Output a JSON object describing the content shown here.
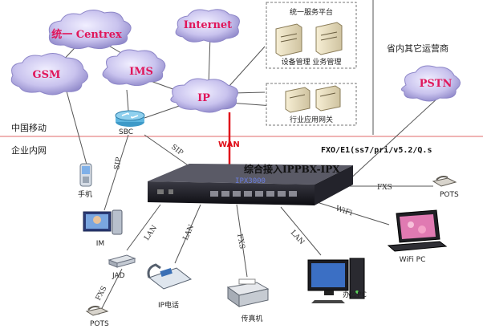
{
  "zones": {
    "china_mobile": "中国移动",
    "enterprise": "企业内网",
    "other_carriers": "省内其它运营商"
  },
  "clouds": {
    "centrex": "统一 Centrex",
    "internet": "Internet",
    "gsm": "GSM",
    "ims": "IMS",
    "ip": "IP",
    "pstn": "PSTN"
  },
  "platform": {
    "title": "统一服务平台",
    "caption": "设备管理 业务管理"
  },
  "industry_gateway": "行业应用网关",
  "sbc": "SBC",
  "links": {
    "sip_upper": "SIP",
    "sip_lower": "SIP",
    "wan": "WAN",
    "lan1": "LAN",
    "lan2": "LAN",
    "fxs_fax": "FXS",
    "lan_pc": "LAN",
    "wifi": "WiFi",
    "fxs_pots": "FXS",
    "fxs_ata": "FXS"
  },
  "fxo_label": "FXO/E1(ss7/pri/v5.2/Q.s",
  "device": {
    "title": "综合接入IPPBX-IPX",
    "model": "IPX3000"
  },
  "endpoints": {
    "mobile": "手机",
    "im": "IM",
    "jad": "JAD",
    "pots_left": "POTS",
    "ip_phone": "IP电话",
    "fax": "传真机",
    "office_pc": "办公PC",
    "wifi_pc": "WiFi PC",
    "pots_right": "POTS"
  },
  "colors": {
    "cloud_fill": "#c9c3ee",
    "cloud_text": "#e0165a",
    "wan": "#e0101a",
    "divider": "#e06a6a"
  }
}
